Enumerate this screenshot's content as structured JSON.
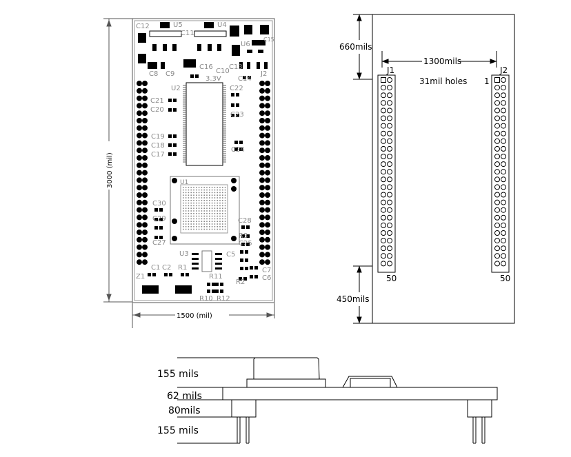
{
  "top_view": {
    "dim_height": "3000 (mil)",
    "dim_width": "1500 (mil)",
    "labels": {
      "c12": "C12",
      "u5": "U5",
      "c11": "C11",
      "u4": "U4",
      "u6": "U6",
      "c16": "C16",
      "c13": "C13",
      "c15": "C15",
      "c10": "C10",
      "c8": "C8",
      "c9": "C9",
      "c14": "C14",
      "j2": "J2",
      "v33": "3.3V",
      "u2": "U2",
      "c22": "C22",
      "c21": "C21",
      "c20": "C20",
      "c23": "C23",
      "c19": "C19",
      "c18": "C18",
      "c17": "C17",
      "c24": "C24",
      "u1": "U1",
      "c30": "C30",
      "c29": "C29",
      "c28": "C28",
      "r3": "R3",
      "c27": "C27",
      "c25": "C25",
      "u3": "U3",
      "c5": "C5",
      "c1": "C1",
      "c2": "C2",
      "r1": "R1",
      "c7": "C7",
      "c6": "C6",
      "r2": "R2",
      "z1": "Z1",
      "r11": "R11",
      "r10": "R10",
      "r12": "R12"
    }
  },
  "header_view": {
    "dim_top": "660mils",
    "dim_pitch": "1300mils",
    "holes_note": "31mil holes",
    "j1": "J1",
    "j2": "J2",
    "pin_first": "1",
    "pin_last_left": "50",
    "pin_last_right": "50",
    "dim_bottom": "450mils"
  },
  "side_view": {
    "d1": "155 mils",
    "d2": "62 mils",
    "d3": "80mils",
    "d4": "155 mils"
  }
}
